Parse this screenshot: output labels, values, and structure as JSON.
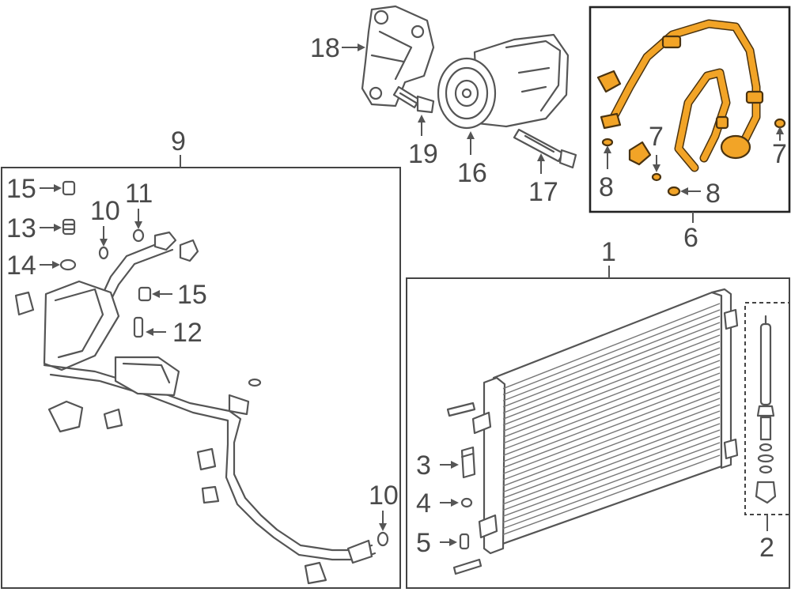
{
  "callouts": {
    "c1": "1",
    "c2": "2",
    "c3": "3",
    "c4": "4",
    "c5": "5",
    "c6": "6",
    "c7a": "7",
    "c7b": "7",
    "c8a": "8",
    "c8b": "8",
    "c9": "9",
    "c10a": "10",
    "c10b": "10",
    "c11": "11",
    "c12": "12",
    "c13": "13",
    "c14": "14",
    "c15a": "15",
    "c15b": "15",
    "c16": "16",
    "c17": "17",
    "c18": "18",
    "c19": "19"
  },
  "colors": {
    "highlight": "#f2a427",
    "line": "#555555",
    "frame": "#444444"
  },
  "highlighted_part": "6"
}
